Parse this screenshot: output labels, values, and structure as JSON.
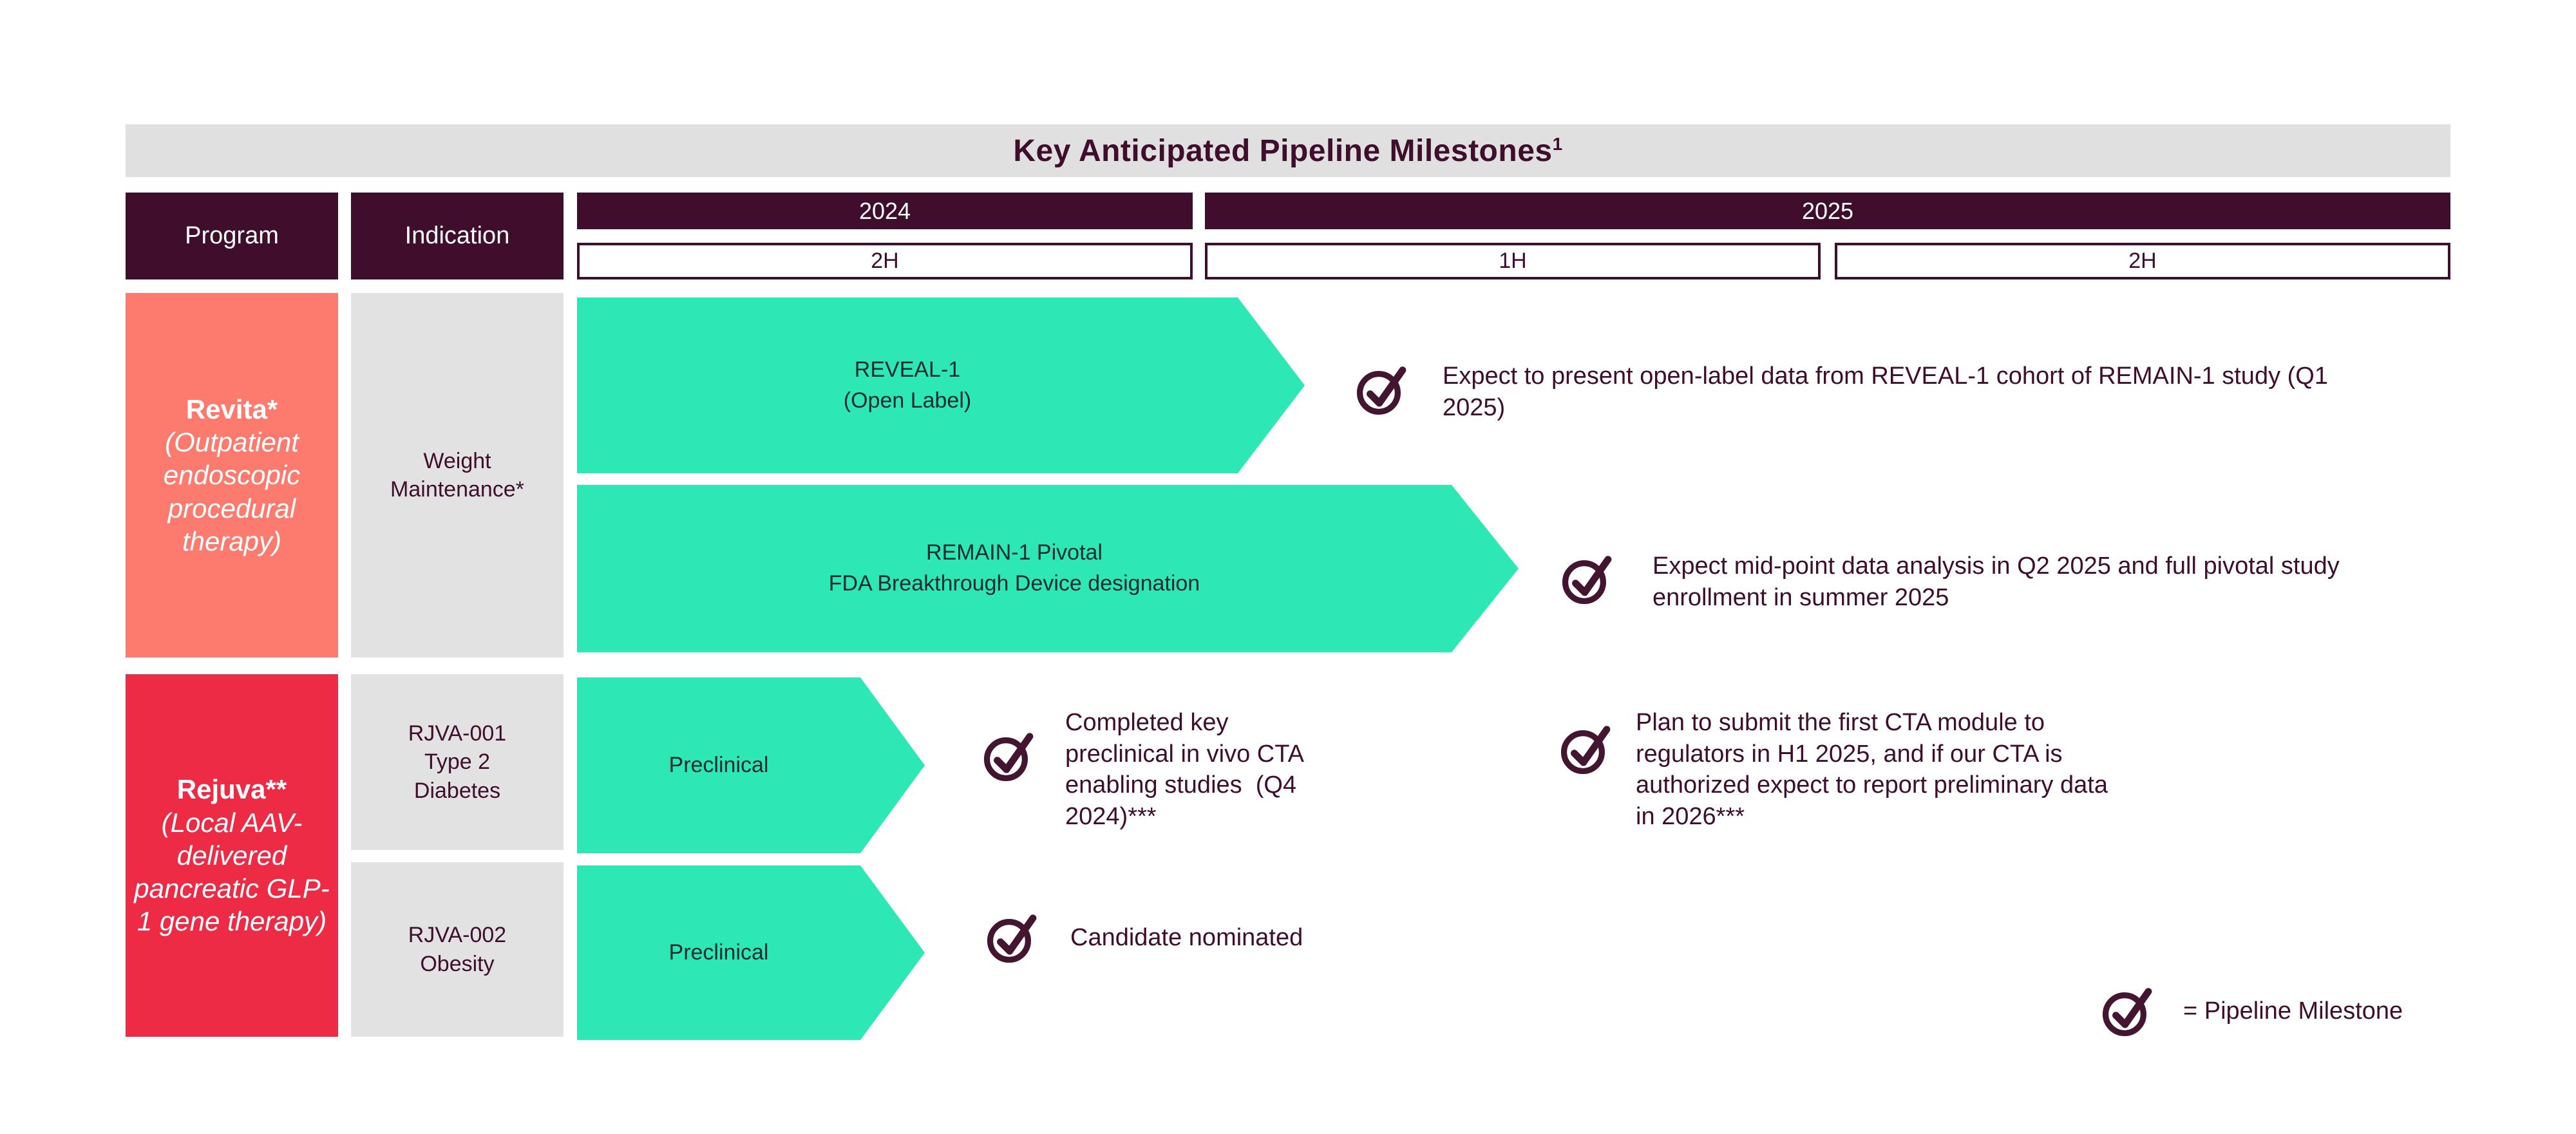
{
  "title": {
    "text": "Key Anticipated Pipeline Milestones",
    "sup": "1"
  },
  "header": {
    "program": "Program",
    "indication": "Indication",
    "year_2024": "2024",
    "year_2025": "2025",
    "h2_2024": "2H",
    "h1_2025": "1H",
    "h2_2025": "2H"
  },
  "programs": {
    "revita": {
      "name": "Revita*",
      "desc": "(Outpatient endoscopic procedural therapy)"
    },
    "rejuva": {
      "name": "Rejuva**",
      "desc": "(Local AAV-delivered pancreatic GLP-1 gene therapy)"
    }
  },
  "indications": {
    "weight": "Weight Maintenance*",
    "rjva001": "RJVA-001 Type 2 Diabetes",
    "rjva002": "RJVA-002 Obesity"
  },
  "arrows": {
    "reveal1_line1": "REVEAL-1",
    "reveal1_line2": "(Open Label)",
    "remain1_line1": "REMAIN-1 Pivotal",
    "remain1_line2": "FDA Breakthrough Device designation",
    "rjva001_stage": "Preclinical",
    "rjva002_stage": "Preclinical"
  },
  "milestones": {
    "reveal1": "Expect to present open-label data from REVEAL-1 cohort of REMAIN-1 study (Q1 2025)",
    "remain1": "Expect mid-point data analysis in Q2 2025 and full pivotal study enrollment in summer 2025",
    "rjva001_done": "Completed key preclinical in vivo CTA enabling studies  (Q4 2024)***",
    "rjva001_plan": "Plan to submit the first CTA module to regulators in H1 2025, and if our CTA is authorized expect to report preliminary data in 2026***",
    "rjva002_done": "Candidate nominated"
  },
  "legend": {
    "label": "= Pipeline Milestone"
  },
  "colors": {
    "maroon": "#400E2D",
    "teal": "#2DE8B4",
    "salmon": "#FC7B6E",
    "red": "#EE2B45",
    "gray_bar": "#E0E0E0",
    "gray_cell": "#E2E2E2",
    "check": "#441531",
    "arrow_text": "#1A2B33"
  }
}
